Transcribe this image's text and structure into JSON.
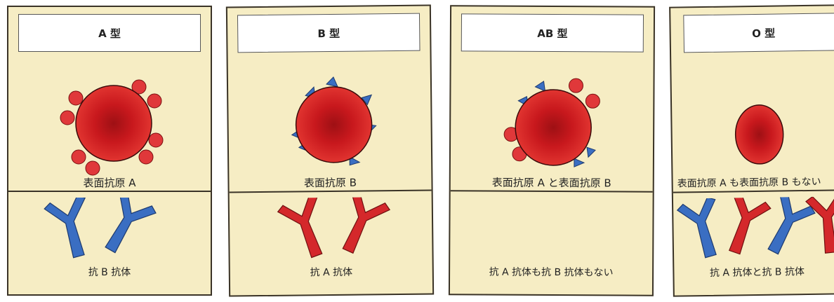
{
  "panels": [
    {
      "title": "A 型",
      "antigen_label": "表面抗原 A",
      "antibody_label": "抗 B 抗体"
    },
    {
      "title": "B 型",
      "antigen_label": "表面抗原 B",
      "antibody_label": "抗 A 抗体"
    },
    {
      "title": "AB 型",
      "antigen_label": "表面抗原 A と表面抗原 B",
      "antibody_label": "抗 A 抗体も抗 B 抗体もない"
    },
    {
      "title": "O 型",
      "antigen_label": "表面抗原 A も表面抗原 B もない",
      "antibody_label": "抗 A 抗体と抗 B 抗体"
    }
  ],
  "colors": {
    "panel_bg": "#f6edc4",
    "cell_red": "#d8262a",
    "antigen_a_red": "#e0383a",
    "antigen_b_blue": "#3a6ec2",
    "antibody_blue": "#3a6ec2",
    "antibody_red": "#d4282b"
  }
}
